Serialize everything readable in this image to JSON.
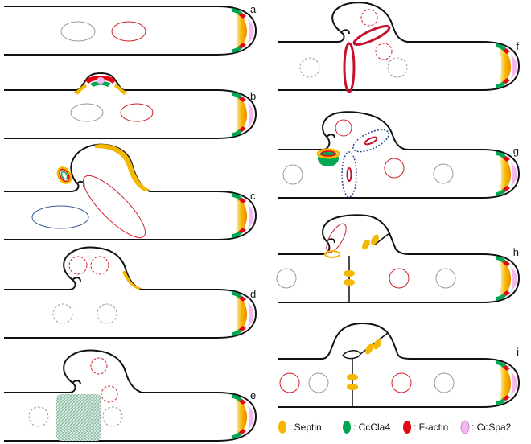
{
  "panels": [
    {
      "label": "a"
    },
    {
      "label": "b"
    },
    {
      "label": "c"
    },
    {
      "label": "d"
    },
    {
      "label": "e"
    },
    {
      "label": "f"
    },
    {
      "label": "g"
    },
    {
      "label": "h"
    },
    {
      "label": "i"
    }
  ],
  "legend": [
    {
      "text": ": Septin",
      "color": "#f5b800"
    },
    {
      "text": ": CcCla4",
      "color": "#00a651"
    },
    {
      "text": ": F-actin",
      "color": "#e30613"
    },
    {
      "text": ": CcSpa2",
      "color": "#f2b8f0"
    }
  ],
  "colors": {
    "outline": "#111111",
    "actin": "#d0202a",
    "septin": "#f5b800",
    "cla4": "#00a651",
    "spa2": "#f2b8f0",
    "nucleus_grey": "#9a9a9a",
    "nucleus_blue": "#3a5b9a",
    "septum_hatch": "#8cbfa8"
  }
}
